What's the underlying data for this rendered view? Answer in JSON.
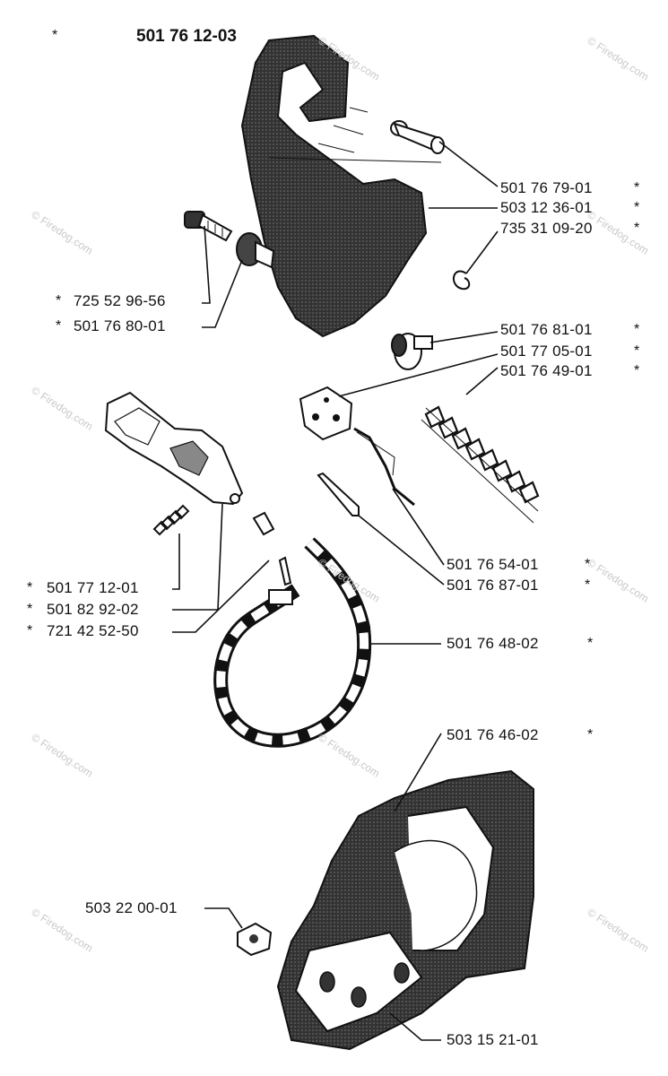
{
  "header": {
    "marker": "*",
    "part_number": "501 76 12-03"
  },
  "watermark": "© Firedog.com",
  "callouts": [
    {
      "id": "c1",
      "number": "501 76 79-01",
      "star": "*"
    },
    {
      "id": "c2",
      "number": "503 12 36-01",
      "star": "*"
    },
    {
      "id": "c3",
      "number": "735 31 09-20",
      "star": "*"
    },
    {
      "id": "c4",
      "number": "725 52 96-56",
      "star": "*"
    },
    {
      "id": "c5",
      "number": "501 76 80-01",
      "star": "*"
    },
    {
      "id": "c6",
      "number": "501 76 81-01",
      "star": "*"
    },
    {
      "id": "c7",
      "number": "501 77 05-01",
      "star": "*"
    },
    {
      "id": "c8",
      "number": "501 76 49-01",
      "star": "*"
    },
    {
      "id": "c9",
      "number": "501 76 54-01",
      "star": "*"
    },
    {
      "id": "c10",
      "number": "501 76 87-01",
      "star": "*"
    },
    {
      "id": "c11",
      "number": "501 77 12-01",
      "star": "*"
    },
    {
      "id": "c12",
      "number": "501 82 92-02",
      "star": "*"
    },
    {
      "id": "c13",
      "number": "721 42 52-50",
      "star": "*"
    },
    {
      "id": "c14",
      "number": "501 76 48-02",
      "star": "*"
    },
    {
      "id": "c15",
      "number": "501 76 46-02",
      "star": "*"
    },
    {
      "id": "c16",
      "number": "503 22 00-01",
      "star": ""
    },
    {
      "id": "c17",
      "number": "503 15 21-01",
      "star": ""
    }
  ],
  "colors": {
    "ink": "#111111",
    "watermark": "#c9c9c9",
    "background": "#ffffff"
  }
}
